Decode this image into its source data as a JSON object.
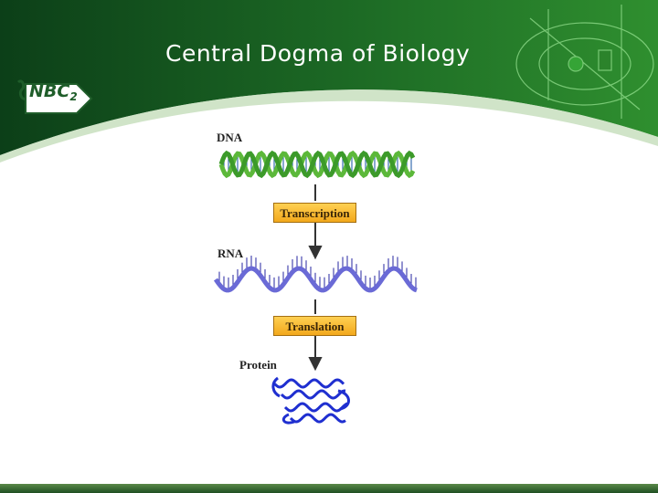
{
  "slide": {
    "title": "Central Dogma of Biology"
  },
  "logo": {
    "text": "NBC",
    "superscript": "2"
  },
  "stages": {
    "dna_label": "DNA",
    "rna_label": "RNA",
    "protein_label": "Protein"
  },
  "processes": {
    "transcription_label": "Transcription",
    "translation_label": "Translation"
  },
  "colors": {
    "header_dark_green": "#0f4a1c",
    "header_green": "#2e8a2e",
    "dna_green": "#5cb83a",
    "rna_blue": "#6a6ad6",
    "protein_blue": "#1f2fd0",
    "process_orange": "#f2a81c"
  }
}
